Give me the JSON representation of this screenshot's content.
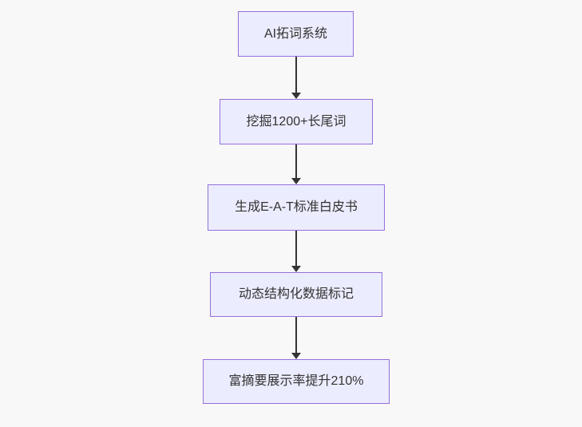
{
  "diagram": {
    "type": "flowchart",
    "direction": "top-down",
    "nodes": [
      {
        "id": "n1",
        "label": "AI拓词系统"
      },
      {
        "id": "n2",
        "label": "挖掘1200+长尾词"
      },
      {
        "id": "n3",
        "label": "生成E-A-T标准白皮书"
      },
      {
        "id": "n4",
        "label": "动态结构化数据标记"
      },
      {
        "id": "n5",
        "label": "富摘要展示率提升210%"
      }
    ],
    "edges": [
      {
        "from": "n1",
        "to": "n2"
      },
      {
        "from": "n2",
        "to": "n3"
      },
      {
        "from": "n3",
        "to": "n4"
      },
      {
        "from": "n4",
        "to": "n5"
      }
    ],
    "colors": {
      "node_fill": "#ECECFF",
      "node_border": "#9370DB",
      "text": "#333333",
      "arrow": "#333333",
      "background": "#f8f8f8"
    }
  }
}
